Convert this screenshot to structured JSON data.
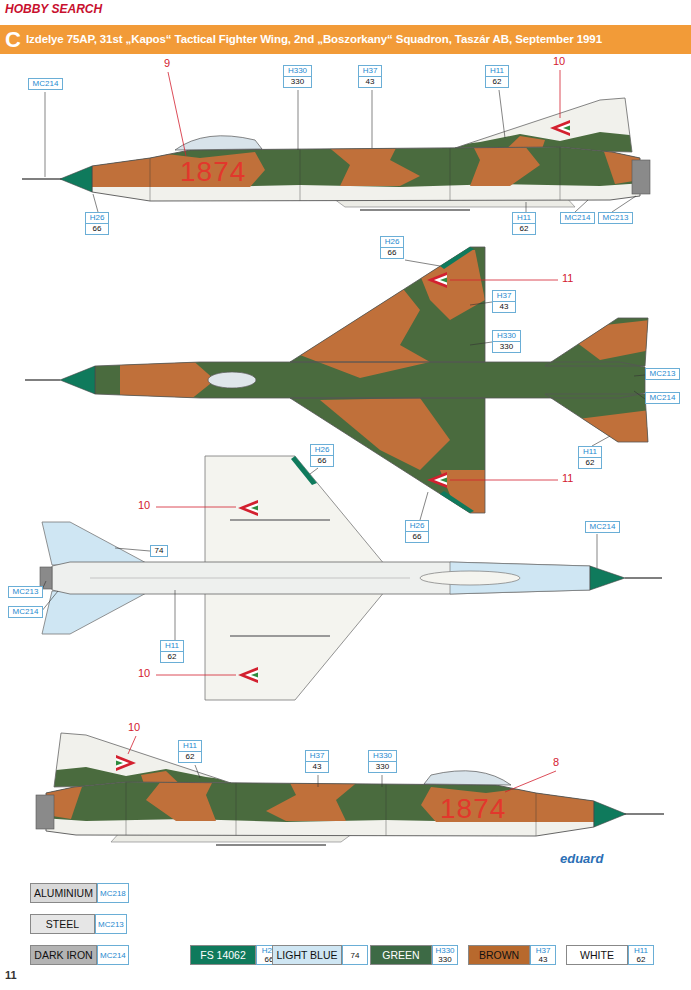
{
  "diagram": {
    "title": "Izdelye 75AP, 31st „Kapos“ Tactical Fighter Wing, 2nd „Boszorkany“ Squadron, Taszár AB, September 1991",
    "nodes": [
      {
        "text": [
          "MC214"
        ]
      },
      {
        "text": [
          "H330",
          "330"
        ]
      },
      {
        "text": [
          "H37",
          "43"
        ]
      },
      {
        "text": [
          "H11",
          "62"
        ]
      },
      {
        "text": [
          "H26",
          "66"
        ]
      },
      {
        "text": [
          "H11",
          "62"
        ]
      },
      {
        "text": [
          "MC214"
        ]
      },
      {
        "text": [
          "MC213"
        ]
      },
      {
        "text": [
          "H26",
          "66"
        ]
      },
      {
        "text": [
          "H37",
          "43"
        ]
      },
      {
        "text": [
          "H330",
          "330"
        ]
      },
      {
        "text": [
          "MC213"
        ]
      },
      {
        "text": [
          "MC214"
        ]
      },
      {
        "text": [
          "H11",
          "62"
        ]
      },
      {
        "text": [
          "H26",
          "66"
        ]
      },
      {
        "text": [
          "H26",
          "66"
        ]
      },
      {
        "text": [
          "MC214"
        ]
      },
      {
        "text": [
          "74"
        ]
      },
      {
        "text": [
          "MC213"
        ]
      },
      {
        "text": [
          "MC214"
        ]
      },
      {
        "text": [
          "H11",
          "62"
        ]
      },
      {
        "text": [
          "H11",
          "62"
        ]
      },
      {
        "text": [
          "H37",
          "43"
        ]
      },
      {
        "text": [
          "H330",
          "330"
        ]
      }
    ],
    "labels": [
      "HOBBY SEARCH",
      "C",
      "9",
      "10",
      "1874",
      "11",
      "11",
      "10",
      "10",
      "10",
      "8",
      "1874",
      "eduard",
      "11",
      "MC218",
      "MC213",
      "MC214",
      "H26",
      "66",
      "74",
      "H330",
      "330",
      "H37",
      "43",
      "H11",
      "62"
    ],
    "legend": [
      {
        "text": "ALUMINIUM",
        "color": "#d9d9d9"
      },
      {
        "text": "STEEL",
        "color": "#e6e6e6"
      },
      {
        "text": "DARK IRON",
        "color": "#b3b3b3"
      },
      {
        "text": "FS 14062",
        "color": "#0f7a5c"
      },
      {
        "text": "LIGHT BLUE",
        "color": "#cfe6f3"
      },
      {
        "text": "GREEN",
        "color": "#3d6a45"
      },
      {
        "text": "BROWN",
        "color": "#b8692d"
      },
      {
        "text": "WHITE",
        "color": "#ffffff"
      }
    ]
  }
}
